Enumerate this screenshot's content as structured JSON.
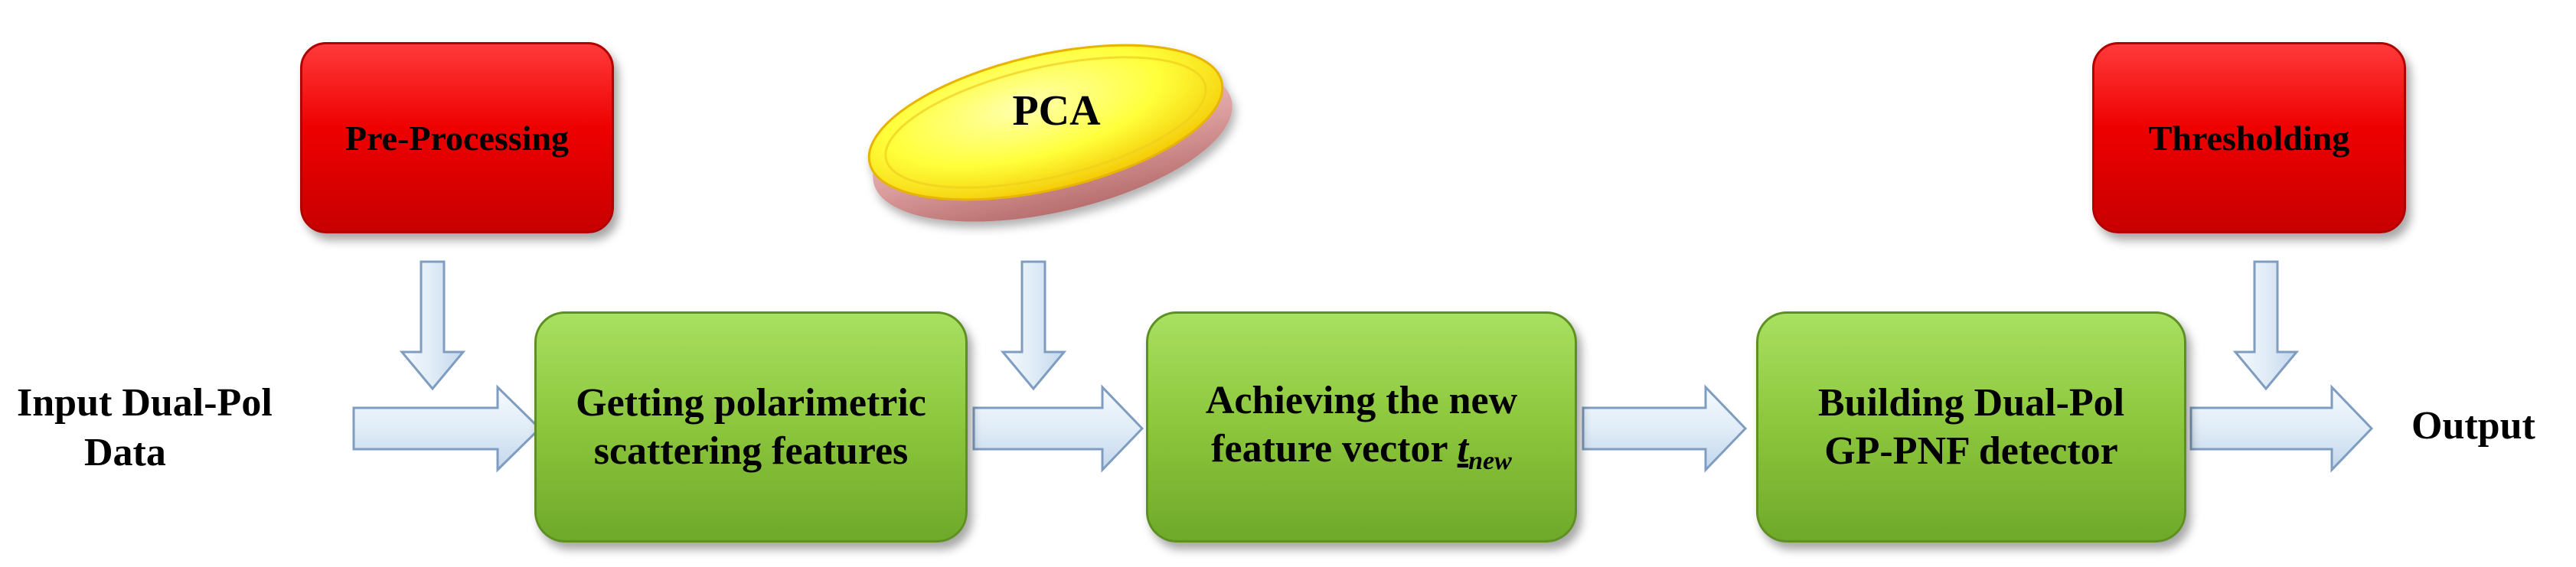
{
  "diagram": {
    "input_label": [
      "Input Dual-Pol",
      "Data"
    ],
    "output_label": "Output",
    "red_boxes": {
      "pre_processing": "Pre-Processing",
      "thresholding": "Thresholding"
    },
    "pca_label": "PCA",
    "green_boxes": {
      "features": [
        "Getting polarimetric",
        "scattering features"
      ],
      "vector": {
        "line1": "Achieving the new",
        "line2_prefix": "feature vector ",
        "symbol": "t",
        "subscript": "new"
      },
      "detector": [
        "Building Dual-Pol",
        "GP-PNF detector"
      ]
    },
    "colors": {
      "red_box": "#ee0000",
      "green_box": "#8cc63c",
      "pca_yellow": "#ffff33",
      "arrow_fill": "#e3eef8",
      "arrow_stroke": "#7f9dc0"
    }
  }
}
